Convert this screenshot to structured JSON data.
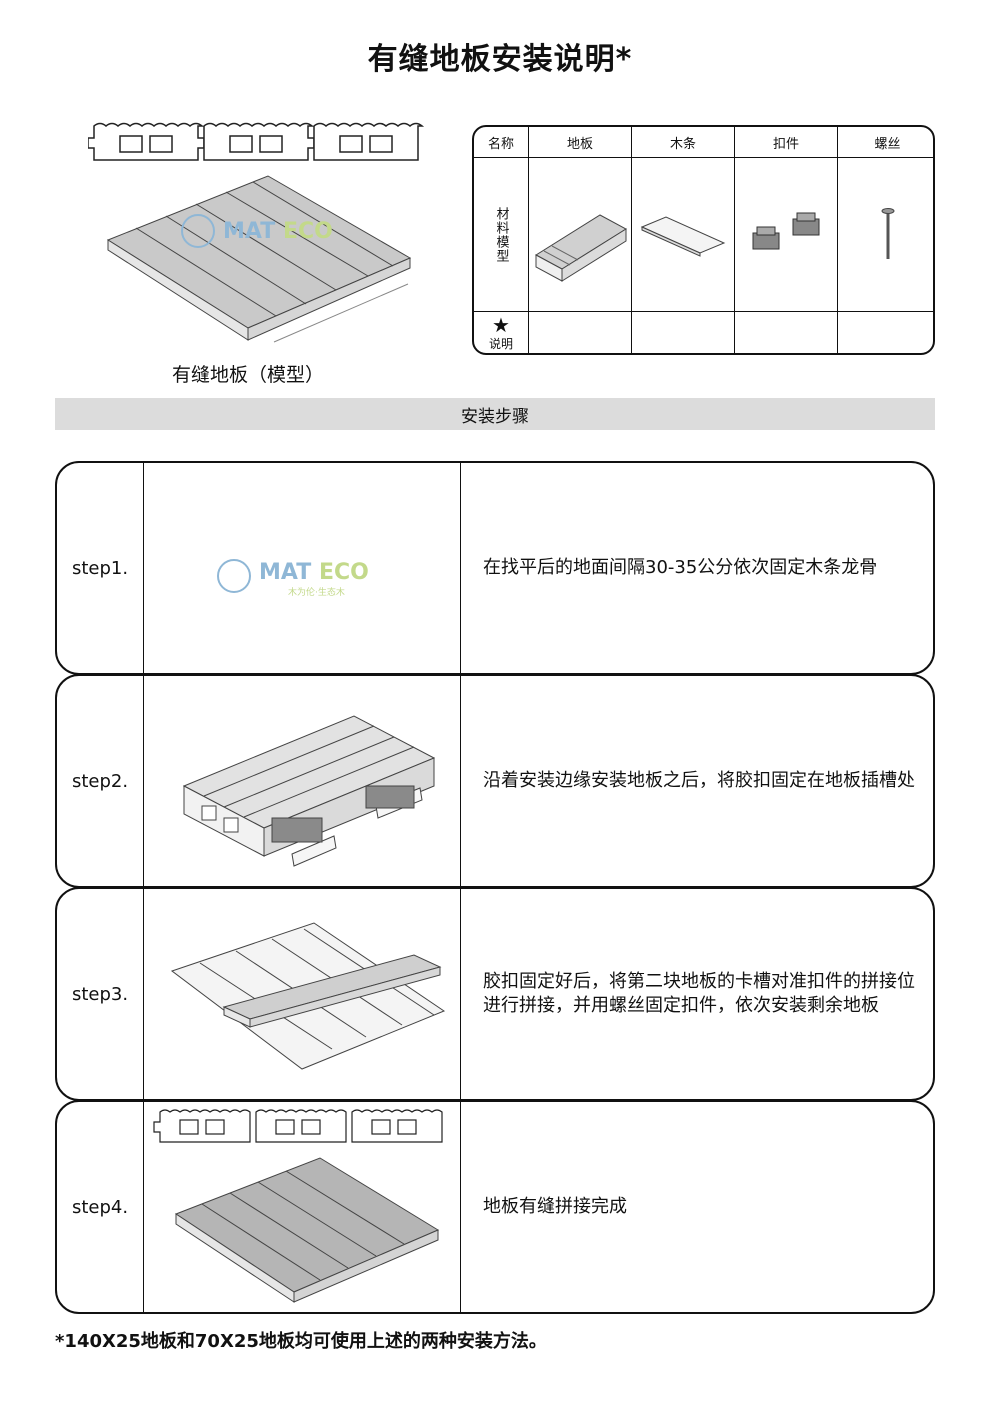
{
  "title": "有缝地板安装说明*",
  "hero": {
    "caption": "有缝地板（模型）"
  },
  "materials_table": {
    "headers": [
      "名称",
      "地板",
      "木条",
      "扣件",
      "螺丝"
    ],
    "row_label": "材料模型",
    "star_label": "说明"
  },
  "section_bar": "安装步骤",
  "watermark": {
    "brand": "MATECO",
    "sub": "木为伦·生态木"
  },
  "steps": [
    {
      "label": "step1.",
      "text": "在找平后的地面间隔30-35公分依次固定木条龙骨"
    },
    {
      "label": "step2.",
      "text": "沿着安装边缘安装地板之后，将胶扣固定在地板插槽处"
    },
    {
      "label": "step3.",
      "text": "胶扣固定好后，将第二块地板的卡槽对准扣件的拼接位进行拼接，并用螺丝固定扣件，依次安装剩余地板"
    },
    {
      "label": "step4.",
      "text": "地板有缝拼接完成"
    }
  ],
  "footnote": "*140X25地板和70X25地板均可使用上述的两种安装方法。",
  "colors": {
    "border": "#111111",
    "bar": "#dcdcdc",
    "watermark_blue": "#8fb7d6",
    "watermark_green": "#c3d98a"
  }
}
